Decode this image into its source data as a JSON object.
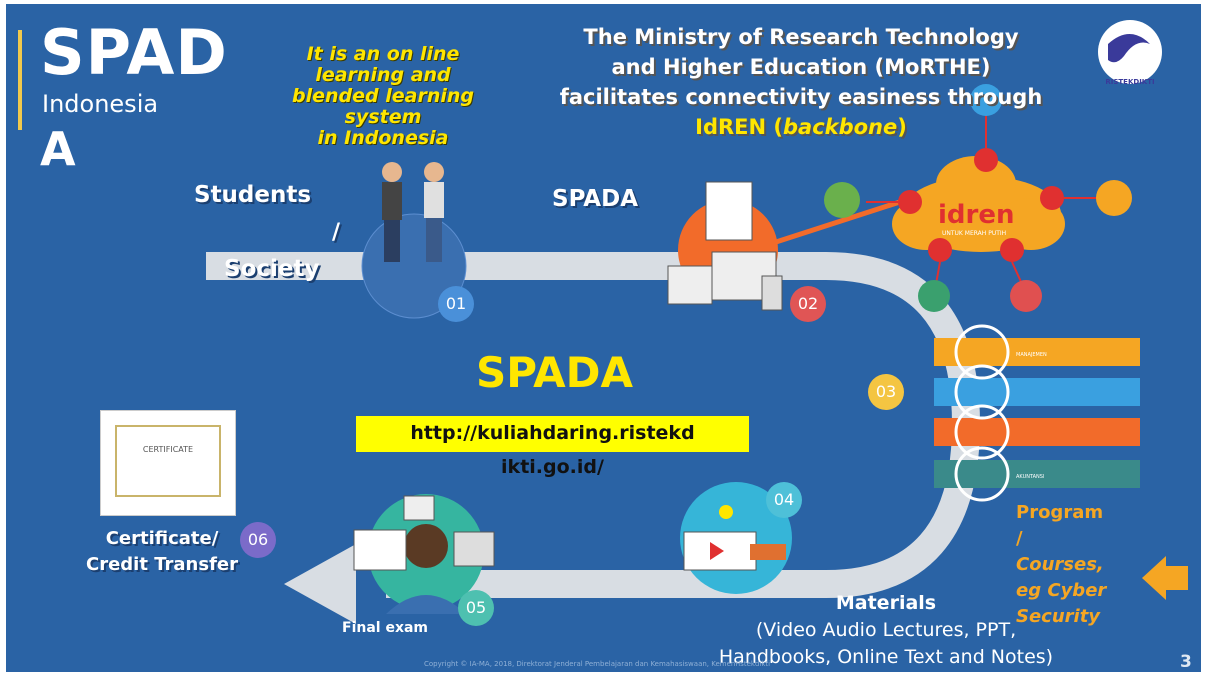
{
  "brand": {
    "title_line1": "SPAD",
    "title_line2": "A",
    "subtitle": "Indonesia"
  },
  "tagline": [
    "It is an on line",
    "learning and",
    "blended learning",
    "system",
    "in Indonesia"
  ],
  "ministry": {
    "line1": "The Ministry of Research Technology",
    "line2": "and Higher Education (MoRTHE)",
    "line3": "facilitates connectivity easiness through",
    "line4_prefix": "IdREN (",
    "line4_italic": "backbone",
    "line4_suffix": ")"
  },
  "logo_text": "RISTEKDIKTI",
  "idren_text": "idren",
  "idren_sub": "UNTUK MERAH PUTIH",
  "steps": {
    "students": "Students",
    "slash": "/",
    "society": "Society",
    "spada_node": "SPADA",
    "center_title": "SPADA",
    "url_line1": "http://kuliahdaring.ristekd",
    "url_line2": "ikti.go.id/",
    "certificate_line1": "Certificate/",
    "certificate_line2": "Credit Transfer",
    "final_exam": "Final exam",
    "materials_title": "Materials",
    "materials_line1": "(Video Audio Lectures, PPT,",
    "materials_line2": "Handbooks, Online Text and Notes)",
    "program": [
      "Program",
      "/",
      "Courses,",
      "eg Cyber",
      "Security"
    ],
    "numbers": [
      "01",
      "02",
      "03",
      "04",
      "05",
      "06"
    ]
  },
  "course_tabs": [
    "MANAJEMEN",
    "",
    "",
    "AKUNTANSI"
  ],
  "certificate_text": "CERTIFICATE",
  "copyright": "Copyright © IA-MA, 2018, Direktorat Jenderal Pembelajaran dan Kemahasiswaan, Kemenristekdikti",
  "page_number": "3",
  "colors": {
    "background": "#2a63a5",
    "accent_yellow": "#ffe600",
    "accent_orange": "#f5a623",
    "step_blue": "#4a90d9",
    "step_red": "#e05555",
    "step_yellow": "#f4c542",
    "step_teal": "#4ec0b0",
    "step_purple": "#7b6bc9"
  }
}
